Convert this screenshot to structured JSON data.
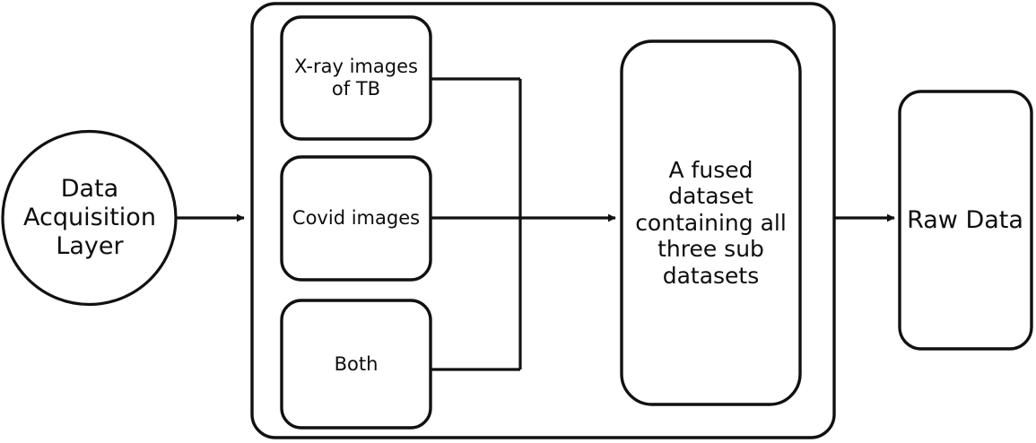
{
  "diagram": {
    "title": "Data Acquisition Layer flow",
    "stroke_color": "#111111",
    "fill_color": "#ffffff",
    "background_color": "#ffffff",
    "nodes": {
      "acquisition": {
        "shape": "circle",
        "label": "Data\nAcquisition\nLayer"
      },
      "xray": {
        "shape": "rounded-rect",
        "label": "X-ray images\nof TB"
      },
      "covid": {
        "shape": "rounded-rect",
        "label": "Covid images"
      },
      "both": {
        "shape": "rounded-rect",
        "label": "Both"
      },
      "fused": {
        "shape": "rounded-rect",
        "label": "A fused\ndataset\ncontaining all\nthree sub\ndatasets"
      },
      "raw": {
        "shape": "rounded-rect",
        "label": "Raw Data"
      },
      "group": {
        "shape": "rounded-rect-container",
        "label": ""
      }
    },
    "edges": [
      {
        "name": "acquisition-to-group",
        "from": "acquisition",
        "to": "group",
        "arrow": true
      },
      {
        "name": "xray-to-bus",
        "from": "xray",
        "to": "merge-bus",
        "arrow": false
      },
      {
        "name": "covid-to-fused",
        "from": "covid",
        "to": "fused",
        "arrow": true
      },
      {
        "name": "both-to-bus",
        "from": "both",
        "to": "merge-bus",
        "arrow": false
      },
      {
        "name": "fused-to-raw",
        "from": "fused",
        "to": "raw",
        "arrow": true
      }
    ]
  }
}
